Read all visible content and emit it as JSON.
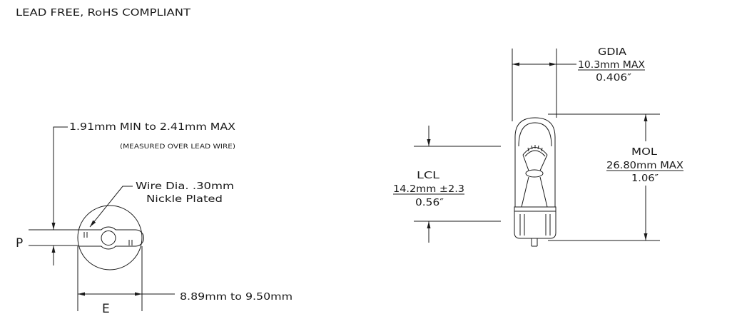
{
  "header": {
    "compliance_note": "LEAD FREE, RoHS COMPLIANT"
  },
  "base_end_view": {
    "p_dimension": "1.91mm MIN to 2.41mm MAX",
    "p_note": "(MEASURED OVER LEAD WIRE)",
    "p_label": "P",
    "wire_spec": "Wire Dia. .30mm",
    "wire_plating": "Nickle Plated",
    "e_label": "E",
    "e_dimension": "8.89mm to 9.50mm"
  },
  "side_view": {
    "gdia": {
      "label": "GDIA",
      "metric": "10.3mm MAX",
      "imperial": "0.406″"
    },
    "lcl": {
      "label": "LCL",
      "metric": "14.2mm ±2.3",
      "imperial": "0.56″"
    },
    "mol": {
      "label": "MOL",
      "metric": "26.80mm MAX",
      "imperial": "1.06″"
    }
  }
}
